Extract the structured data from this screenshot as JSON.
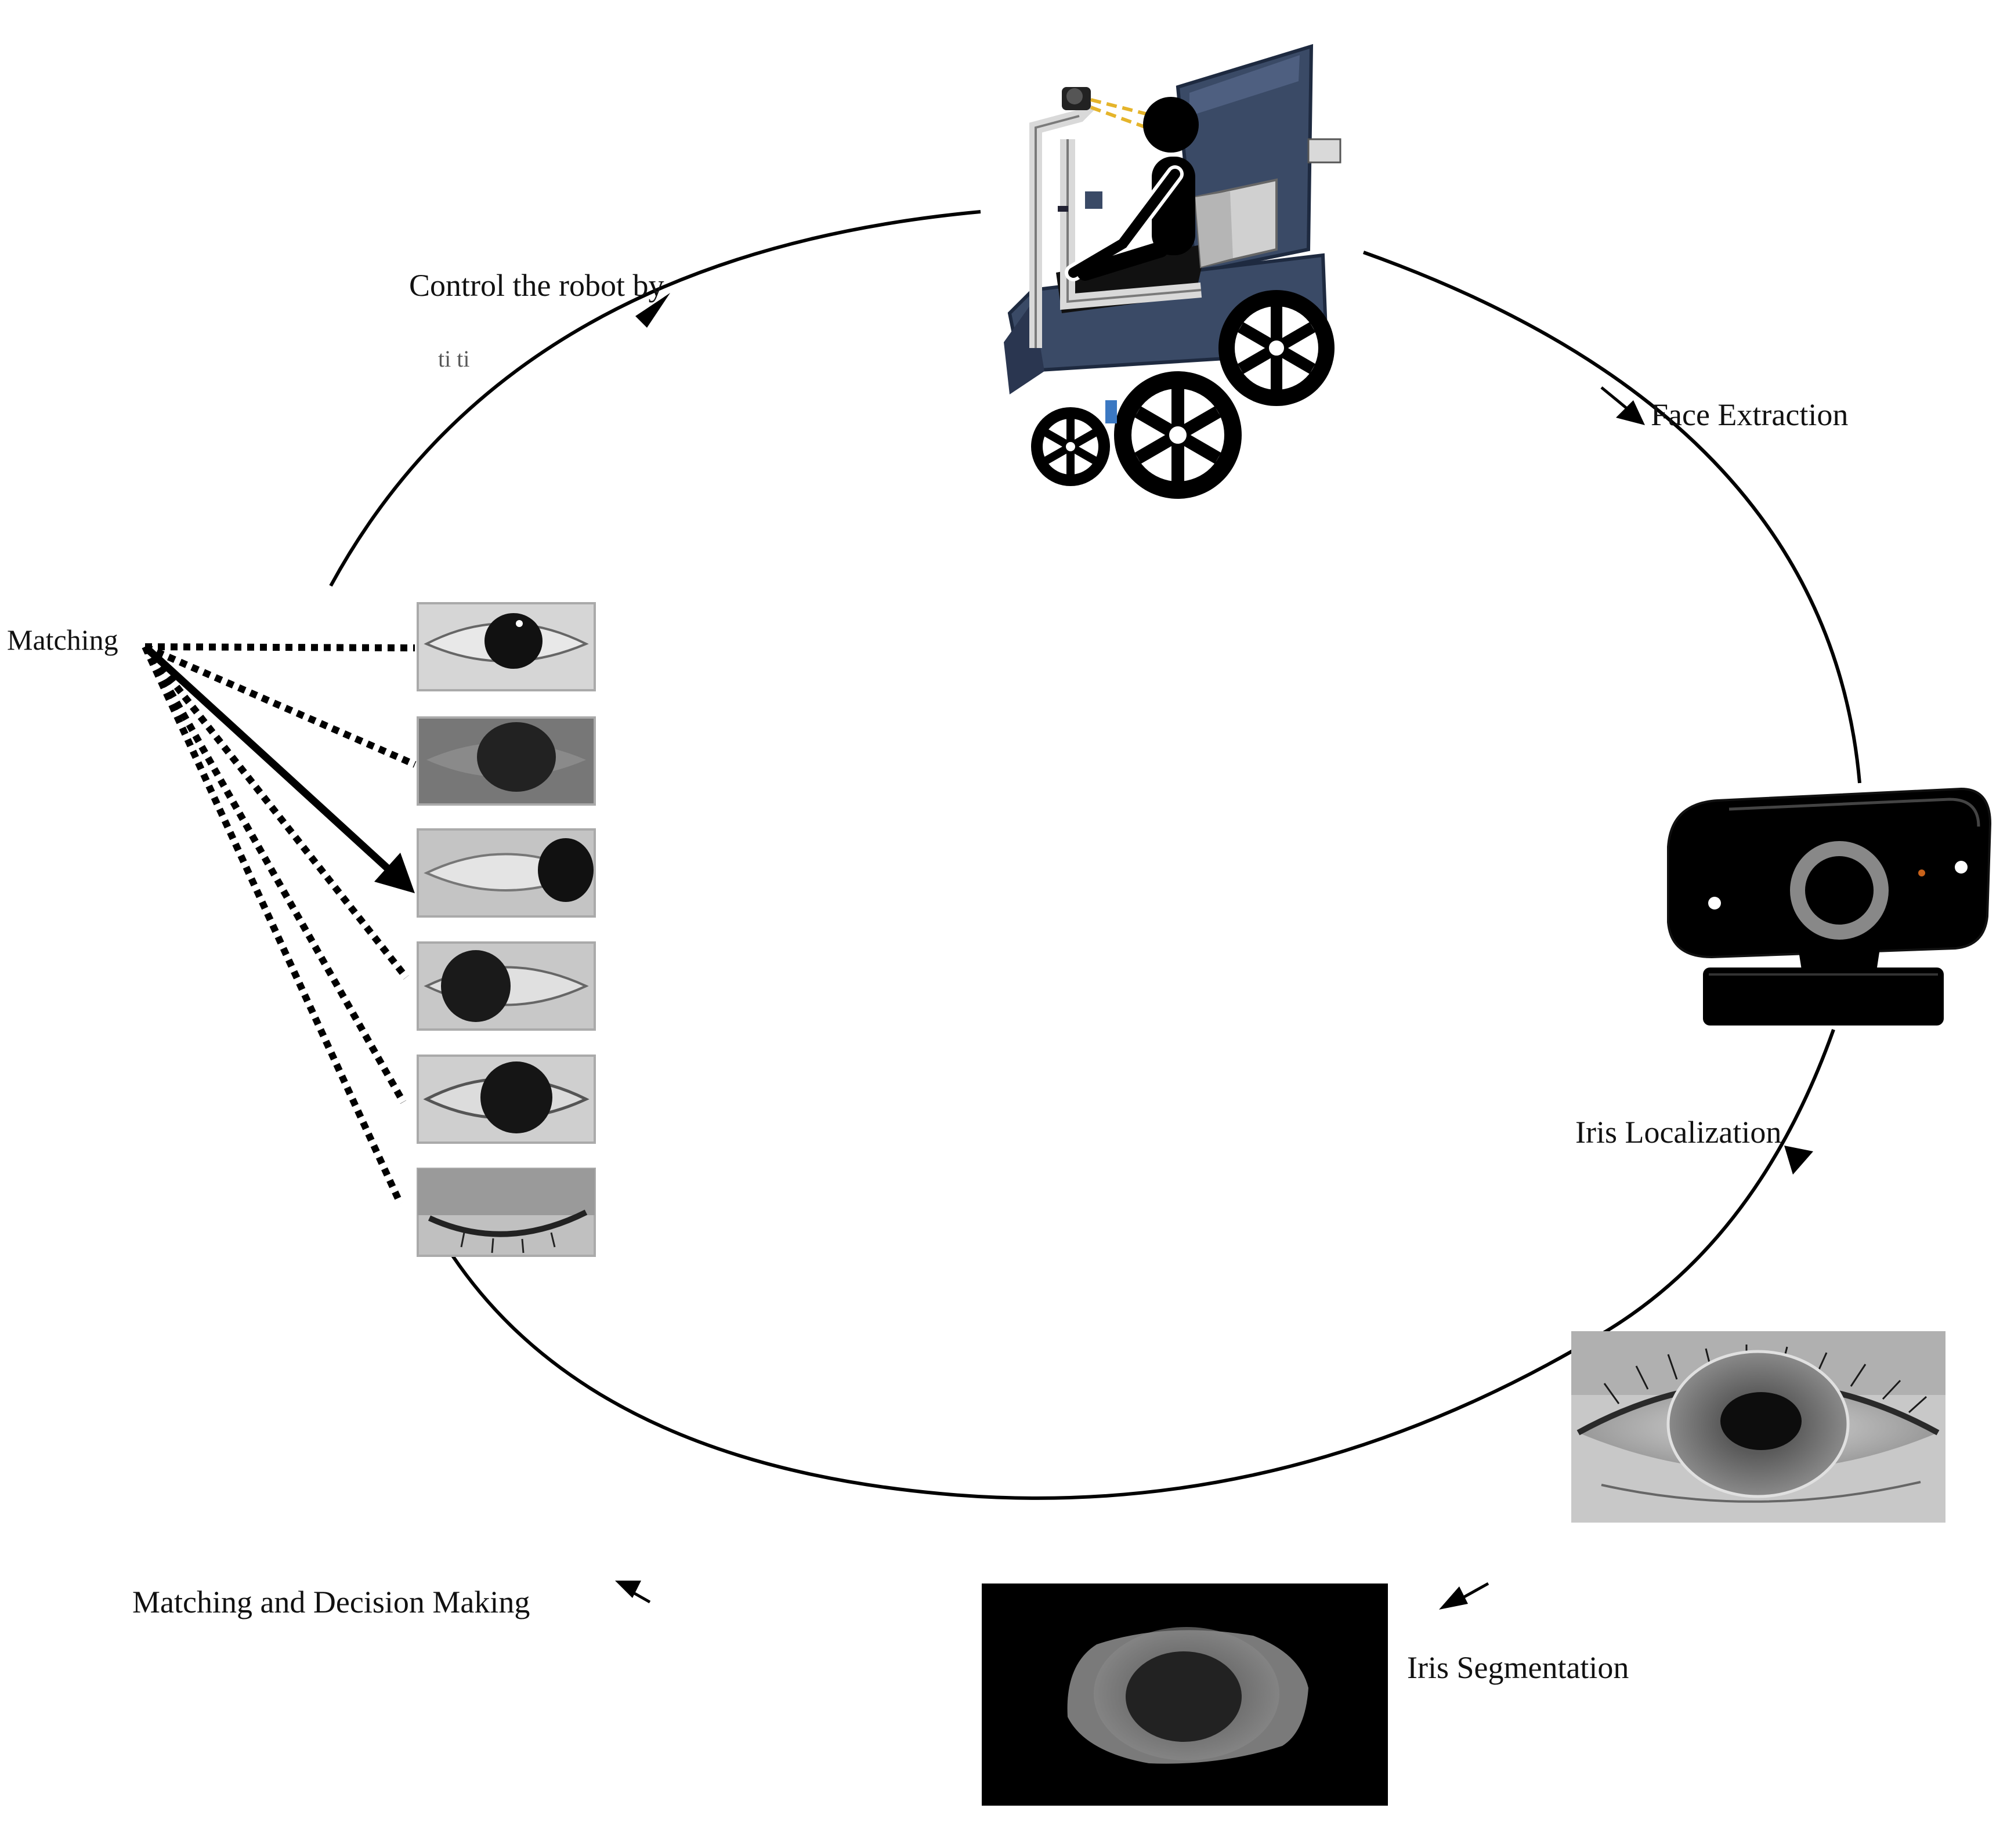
{
  "labels": {
    "control": "Control  the  robot  by",
    "control_cont": "ti  ti",
    "face_extraction": "Face Extraction",
    "iris_localization": "Iris Localization",
    "iris_segmentation": "Iris Segmentation",
    "matching_decision": "Matching and Decision Making",
    "matching": "Matching"
  },
  "icons": {
    "wheelchair": "wheelchair-robot-icon",
    "webcam": "webcam-icon",
    "eye_localized": "eye-localized-photo",
    "iris_segmented": "iris-segmented-photo",
    "eye_thumbnails": [
      "eye-open-thumb",
      "eye-looking-left-thumb",
      "eye-looking-right-thumb",
      "eye-looking-left-2-thumb",
      "eye-center-thumb",
      "eye-closed-thumb"
    ]
  },
  "colors": {
    "wheelchair_body": "#3a4a66",
    "wheelchair_frame": "#d9d9d9",
    "black": "#000000",
    "line": "#000000"
  }
}
